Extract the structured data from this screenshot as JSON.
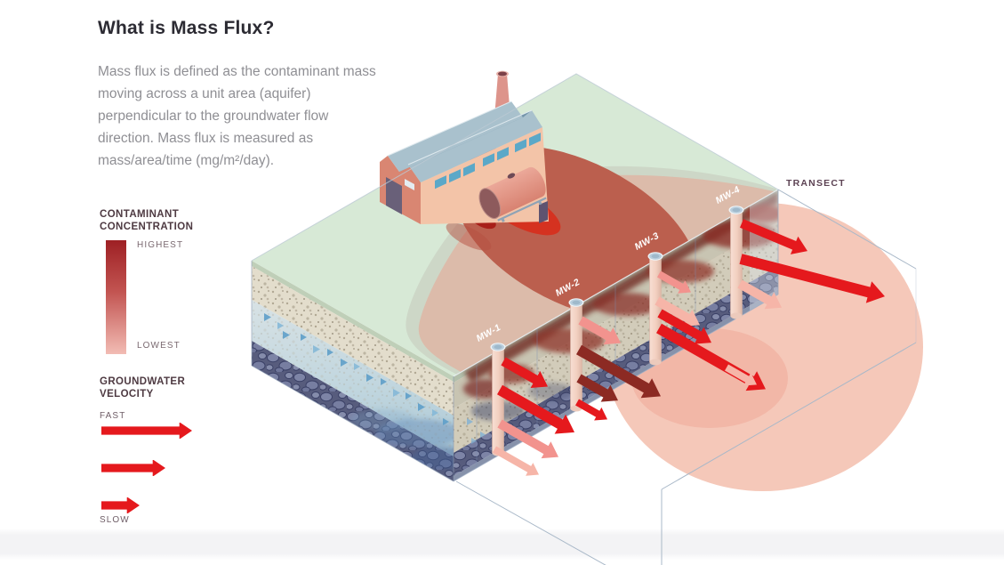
{
  "title": "What is Mass Flux?",
  "description": "Mass flux is defined as the contaminant mass moving across a unit area (aquifer) perpendicular to the groundwater flow direction. Mass flux is measured as mass/area/time (mg/m²/day).",
  "legend_concentration": {
    "heading": "CONTAMINANT CONCENTRATION",
    "high_label": "HIGHEST",
    "low_label": "LOWEST",
    "gradient_top": "#9e2024",
    "gradient_mid": "#c25451",
    "gradient_bottom": "#f2bcb4"
  },
  "legend_velocity": {
    "heading": "GROUNDWATER VELOCITY",
    "fast_label": "FAST",
    "slow_label": "SLOW",
    "arrow_color": "#e5191d",
    "arrows": [
      {
        "speed": "fast",
        "length": 102
      },
      {
        "speed": "medium",
        "length": 72
      },
      {
        "speed": "slow",
        "length": 43
      }
    ]
  },
  "diagram": {
    "transect_label": "TRANSECT",
    "arrow_colors": {
      "red": "#e5191d",
      "darkred": "#8c2a23",
      "pink": "#f2938e",
      "palepink": "#f6b5a8"
    },
    "surface_colors": {
      "grass": "#d7e9d6",
      "plume_outer_halo": "#cdd7c7",
      "plume_outer": "#dcbbaa",
      "plume_mid": "#bb5f4e",
      "plume_spill": "#d53220",
      "plume_platform": "#f5c8b9"
    },
    "wells": [
      {
        "label": "MW-1",
        "arrows": [
          {
            "color": "red",
            "size": "medium"
          },
          {
            "color": "red",
            "size": "long"
          },
          {
            "color": "pink",
            "size": "medium"
          },
          {
            "color": "palepink",
            "size": "small"
          }
        ]
      },
      {
        "label": "MW-2",
        "arrows": [
          {
            "color": "pink",
            "size": "medium"
          },
          {
            "color": "darkred",
            "size": "long"
          },
          {
            "color": "darkred",
            "size": "medium"
          },
          {
            "color": "red",
            "size": "small"
          }
        ]
      },
      {
        "label": "MW-3",
        "arrows": [
          {
            "color": "pink",
            "size": "small"
          },
          {
            "color": "palepink",
            "size": "medium"
          },
          {
            "color": "red",
            "size": "medium"
          },
          {
            "color": "red",
            "size": "long"
          }
        ]
      },
      {
        "label": "MW-4",
        "arrows": [
          {
            "color": "red",
            "size": "medium"
          },
          {
            "color": "red",
            "size": "long"
          },
          {
            "color": "palepink",
            "size": "medium"
          },
          {
            "color": "palepink",
            "size": "small"
          }
        ]
      }
    ]
  }
}
